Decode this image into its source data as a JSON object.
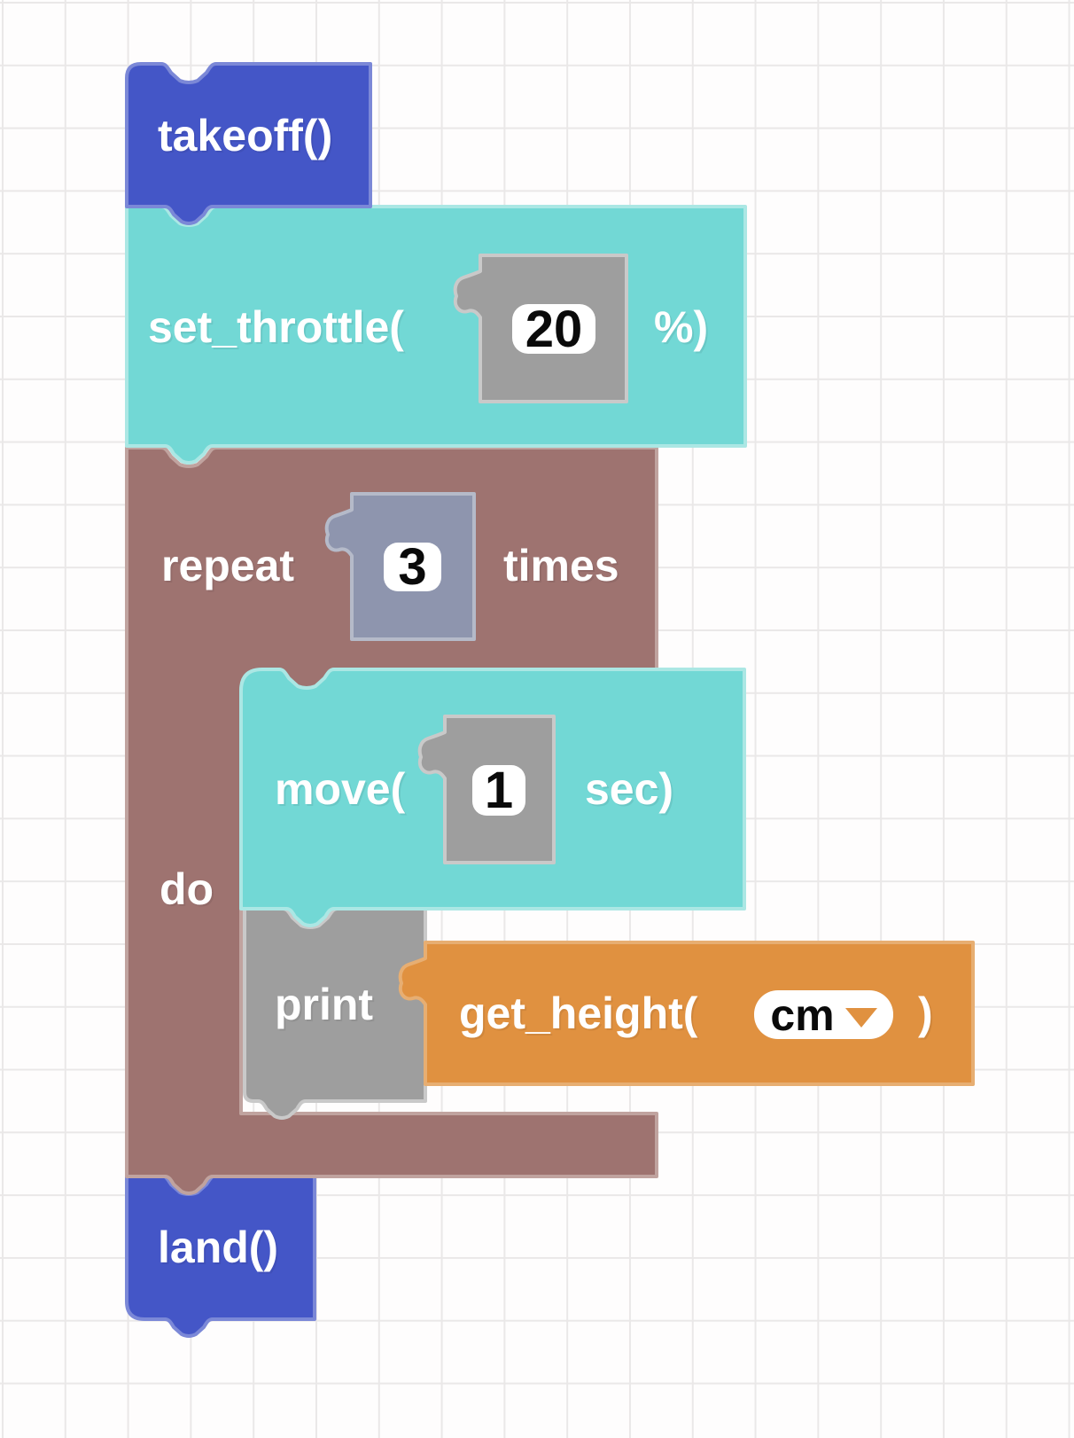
{
  "workspace": {
    "background": "#fefdfd",
    "grid_line_color": "#eae8e8"
  },
  "colors": {
    "action_blue": "#4456c7",
    "action_blue_border": "#7b88d7",
    "command_teal": "#72d8d5",
    "command_teal_border": "#abe7e4",
    "loop_brown": "#9e7370",
    "loop_brown_border": "#c0a39f",
    "value_gray": "#9e9e9e",
    "value_gray_border": "#c9c9c9",
    "count_slate": "#8e95ae",
    "count_slate_border": "#b5bac9",
    "reporter_orange": "#e09140",
    "reporter_orange_border": "#e7ae72",
    "field_background": "#ffffff",
    "label_text": "#ffffff",
    "value_text": "#0a0a0a"
  },
  "blocks": {
    "takeoff": {
      "label": "takeoff()"
    },
    "set_throttle": {
      "label_prefix": "set_throttle(",
      "value": "20",
      "label_suffix": "%)"
    },
    "repeat": {
      "label_prefix": "repeat",
      "count": "3",
      "label_suffix": "times",
      "do_label": "do"
    },
    "move": {
      "label_prefix": "move(",
      "value": "1",
      "label_suffix": "sec)"
    },
    "print": {
      "label": "print"
    },
    "get_height": {
      "label_prefix": "get_height(",
      "unit": "cm",
      "label_suffix": ")"
    },
    "land": {
      "label": "land()"
    }
  }
}
